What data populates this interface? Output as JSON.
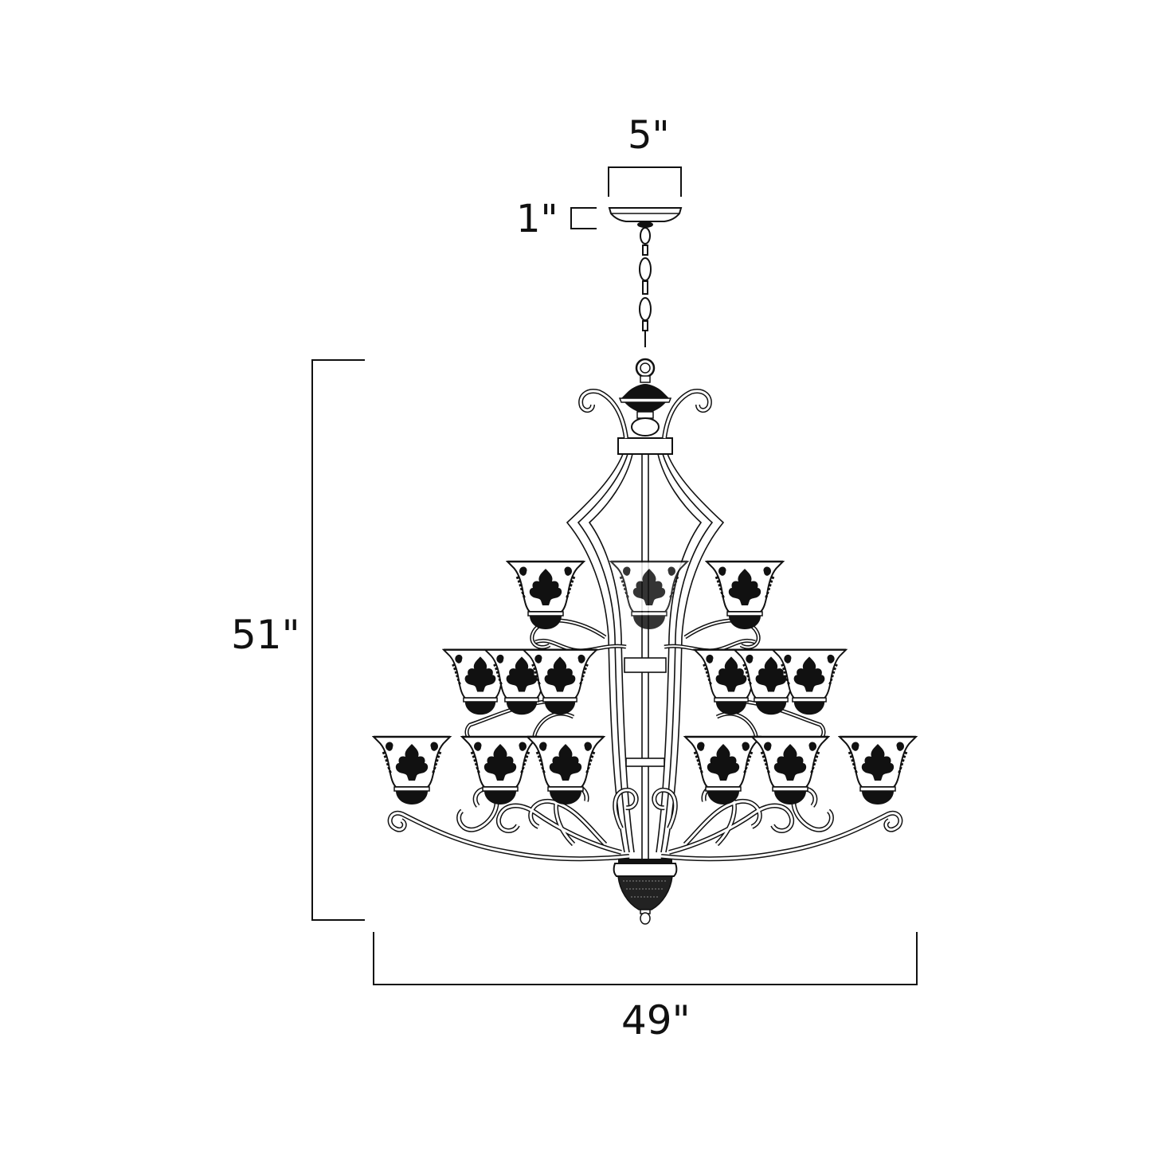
{
  "diagram": {
    "subject": "Tiered chandelier dimension drawing",
    "dimensions": {
      "canopy_width": "5\"",
      "canopy_height": "1\"",
      "fixture_height": "51\"",
      "fixture_width": "49\""
    },
    "components": {
      "canopy": "ceiling canopy",
      "chain": "suspension chain",
      "top_loop": "hanging loop",
      "finial_top": "top finial with scroll arms",
      "body": "curved ribbed center column",
      "bottom_finial": "bottom ornament with drop"
    },
    "tiers": [
      {
        "name": "top tier",
        "shade_count": 3
      },
      {
        "name": "middle tier",
        "shade_count": 6
      },
      {
        "name": "bottom tier",
        "shade_count": 6
      }
    ],
    "total_shades": 15,
    "colors": {
      "line": "#111111",
      "background": "#ffffff"
    }
  }
}
